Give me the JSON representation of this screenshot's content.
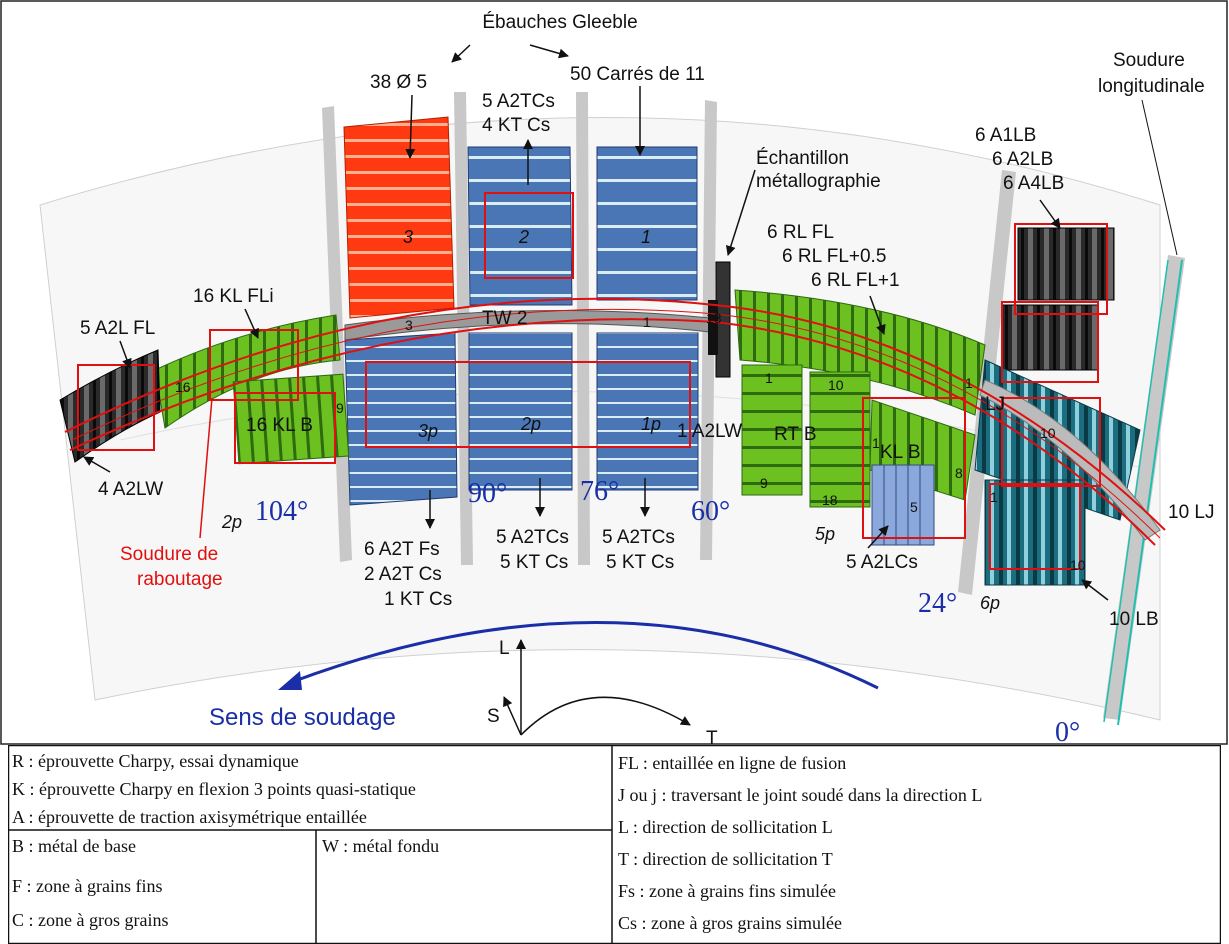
{
  "diagram": {
    "gleeble_title": "Ébauches Gleeble",
    "diam_label": "38  Ø 5",
    "squares_label": "50 Carrés de 11",
    "top_mid_l1": "5 A2TCs",
    "top_mid_l2": "4 KT Cs",
    "metallo_l1": "Échantillon",
    "metallo_l2": "métallographie",
    "soudure_long_l1": "Soudure",
    "soudure_long_l2": "longitudinale",
    "a1lb": "6 A1LB",
    "a2lb": "6 A2LB",
    "a4lb": "6 A4LB",
    "rlfl": "6 RL FL",
    "rlfl05": "6 RL FL+0.5",
    "rlfl1": "6 RL FL+1",
    "a2lfl": "5 A2L FL",
    "klfli": "16 KL FLi",
    "a2lw4": "4 A2LW",
    "soudure_rab_l1": "Soudure de",
    "soudure_rab_l2": "raboutage",
    "bot1_l1": "6 A2T Fs",
    "bot1_l2": "2 A2T Cs",
    "bot1_l3": "1 KT Cs",
    "bot2_l1": "5 A2TCs",
    "bot2_l2": "5 KT Cs",
    "bot3_l1": "5 A2TCs",
    "bot3_l2": "5 KT Cs",
    "a2lcs": "5 A2LCs",
    "lb10": "10 LB",
    "lj10": "10 LJ",
    "a2lw1": "1 A2LW",
    "deg104": "104°",
    "deg90": "90°",
    "deg76": "76°",
    "deg60": "60°",
    "deg24": "24°",
    "deg0": "0°",
    "z2p_left": "2p",
    "z5p": "5p",
    "z6p": "6p",
    "sens": "Sens de soudage",
    "axis_L": "L",
    "axis_S": "S",
    "axis_T": "T",
    "blk1": "1",
    "blk2": "2",
    "blk3": "3",
    "blk1p": "1p",
    "blk2p": "2p",
    "blk3p": "3p",
    "tw2": "TW 2",
    "kl_b": "16 KL B",
    "rt_b": "RT B",
    "klb_r": "KL B",
    "n1": "1",
    "n3": "3",
    "n5": "5",
    "n8": "8",
    "n9": "9",
    "n10": "10",
    "n16": "16",
    "n18": "18",
    "lj_mark": "LJ"
  },
  "legend": {
    "R": "R : éprouvette Charpy, essai dynamique",
    "K": "K : éprouvette Charpy en flexion 3 points quasi-statique",
    "A": "A : éprouvette de traction axisymétrique entaillée",
    "B": "B : métal de base",
    "W": "W : métal fondu",
    "F": "F : zone à grains fins",
    "C": "C : zone à gros grains",
    "FL": "FL : entaillée en ligne de fusion",
    "J": "J ou j : traversant le joint soudé dans la direction L",
    "L": "L : direction de sollicitation L",
    "T": "T : direction de sollicitation T",
    "Fs": "Fs : zone à grains fins simulée",
    "Cs": "Cs : zone à gros grains simulée"
  },
  "colors": {
    "red_block": "#ff3010",
    "blue_block": "#4a78b8",
    "green": "#6cc020",
    "dark": "#1c1c1c",
    "teal": "#1a6e80",
    "degree_blue": "#1a2ea8",
    "box_red": "#e01010"
  }
}
